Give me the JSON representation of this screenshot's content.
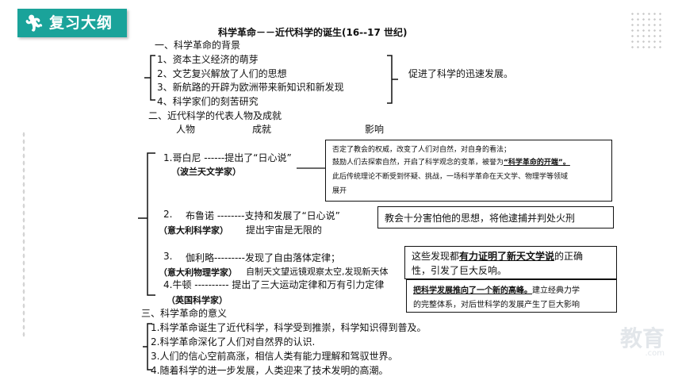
{
  "badge": {
    "text": "复习大纲"
  },
  "title": "科学革命－－近代科学的诞生(16--17 世纪)",
  "section1": {
    "heading": "一、科学革命的背景",
    "items": [
      "1、资本主义经济的萌芽",
      "2、文艺复兴解放了人们的思想",
      "3、新航路的开辟为欧洲带来新知识和新发现",
      "4、科学家们的刻苦研究"
    ],
    "result": "促进了科学的迅速发展。"
  },
  "section2": {
    "heading": "二、近代科学的代表人物及成就",
    "col_person": "人物",
    "col_achievement": "成就",
    "col_impact": "影响",
    "copernicus": {
      "line": "1.哥白尼 ------提出了“日心说”",
      "role": "（波兰天文学家）",
      "impact": [
        "否定了教会的权威，改变了人们对自然，对自身的看法；",
        "鼓励人们去探索自然，开启了科学观念的变革，被誉为",
        "“科学革命的开端”。",
        "此后传统理论不断受到怀疑、挑战，一场科学革命在天文学、物理学等领域",
        "展开"
      ]
    },
    "bruno": {
      "num": "2.",
      "line": "布鲁诺 --------支持和发展了“日心说”",
      "role": "（意大利科学家）",
      "extra": "提出宇宙是无限的",
      "impact": "教会十分害怕他的思想，将他逮捕并判处火刑"
    },
    "galileo": {
      "num": "3.",
      "line": "伽利略---------发现了自由落体定律；",
      "role": "（意大利物理学家）",
      "extra": "自制天文望远镜观察太空,发现新天体",
      "impact_a": "这些发现都",
      "impact_b": "有力证明了新天文学说",
      "impact_c": "的正确",
      "impact_d": "性，引发了巨大反响。"
    },
    "newton": {
      "line": "4.牛顿 ---------- 提出了三大运动定律和万有引力定律",
      "role": "（英国科学家）",
      "impact_a": "把科学发展推向了一个新的高峰。",
      "impact_b": "建立经典力学",
      "impact_c": "的完整体系，对后世科学的发展产生了巨大影响"
    }
  },
  "section3": {
    "heading": "三、科学革命的意义",
    "items": [
      "1.科学革命诞生了近代科学，科学受到推崇，科学知识得到普及。",
      "2.科学革命深化了人们对自然界的认识.",
      "3.人们的信心空前高涨，相信人类有能力理解和驾驭世界。",
      "4.随着科学的进一步发展，人类迎来了技术发明的高潮。"
    ]
  },
  "watermark": {
    "main": "教育",
    "sub": ".com"
  },
  "colors": {
    "badge": "#1aa39a",
    "text": "#111111",
    "watermark": "#e2e6ea"
  },
  "icons": {
    "badge_icon": "runner-icon"
  }
}
